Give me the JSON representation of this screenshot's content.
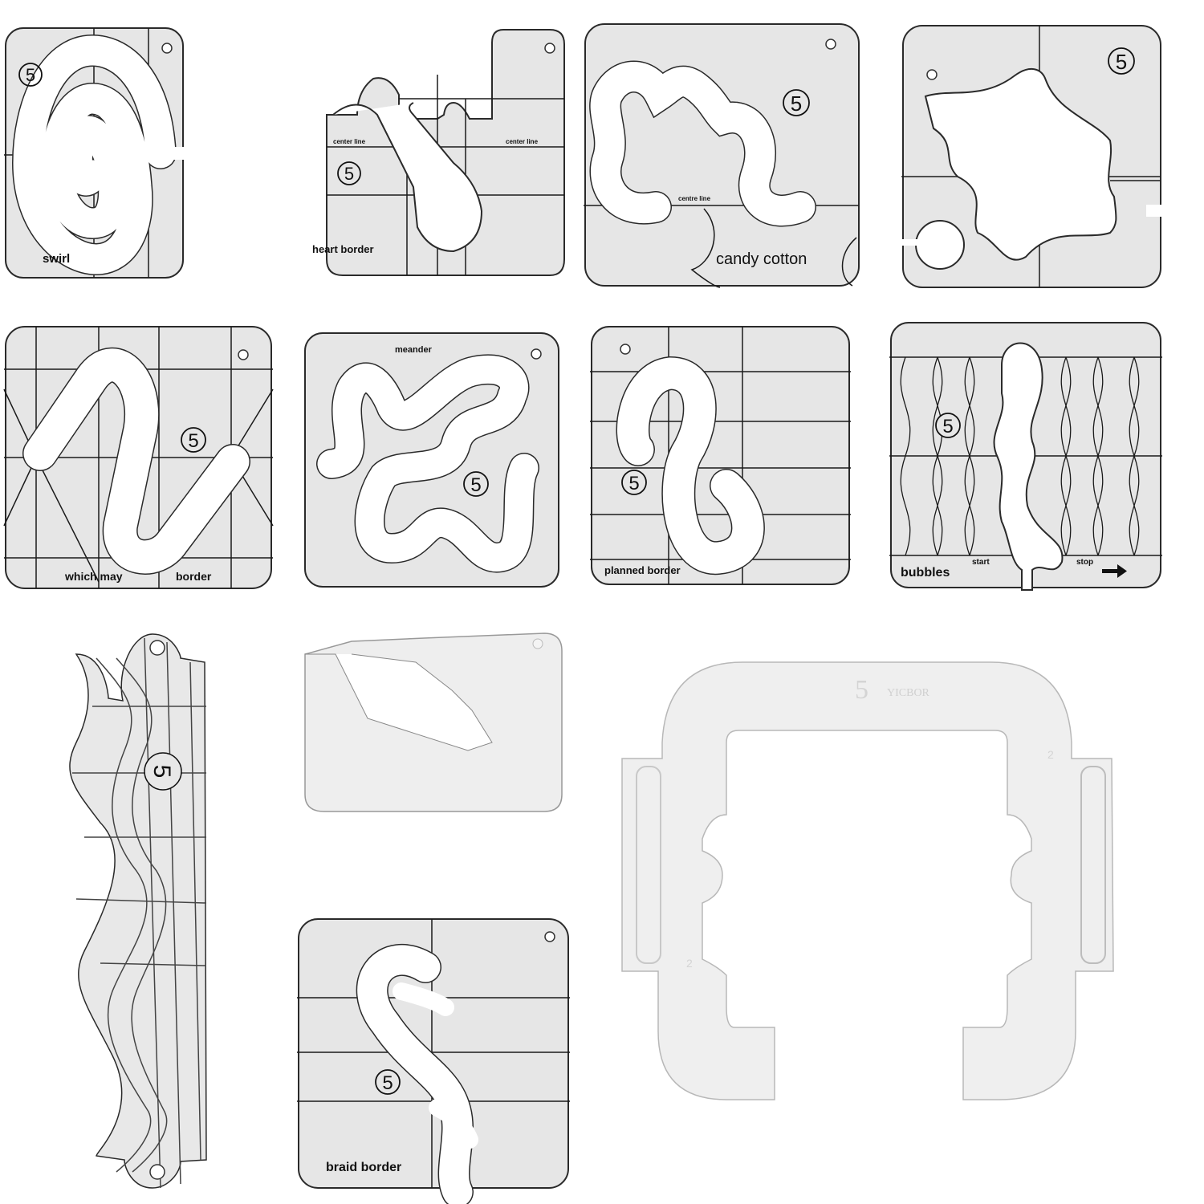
{
  "colors": {
    "background": "#ffffff",
    "acrylic_fill": "#e6e6e6",
    "acrylic_edge": "#2a2a2a",
    "grid_line": "#1a1a1a",
    "cutout": "#ffffff",
    "handle_fill": "#ececec"
  },
  "size_mark": "5",
  "templates": [
    {
      "id": "swirl",
      "label": "swirl"
    },
    {
      "id": "heart-border",
      "label": "heart border",
      "guide_label_left": "center line",
      "guide_label_right": "center line"
    },
    {
      "id": "candy-cotton",
      "label": "candy cotton",
      "guide_label": "centre line"
    },
    {
      "id": "star-blob",
      "label": ""
    },
    {
      "id": "which-may",
      "label_left": "which may",
      "label_right": "border"
    },
    {
      "id": "meander",
      "label": "meander"
    },
    {
      "id": "planned-border",
      "label": "planned border"
    },
    {
      "id": "bubbles",
      "label": "bubbles",
      "start_label": "start",
      "stop_label": "stop",
      "arrow": "right-arrow-icon"
    },
    {
      "id": "wave-ruler",
      "label": ""
    },
    {
      "id": "diamond-blank",
      "label": ""
    },
    {
      "id": "braid-border",
      "label": "braid border"
    },
    {
      "id": "ruler-handle",
      "brand": "YICBOR",
      "mark_left": "2",
      "mark_right": "2"
    }
  ]
}
